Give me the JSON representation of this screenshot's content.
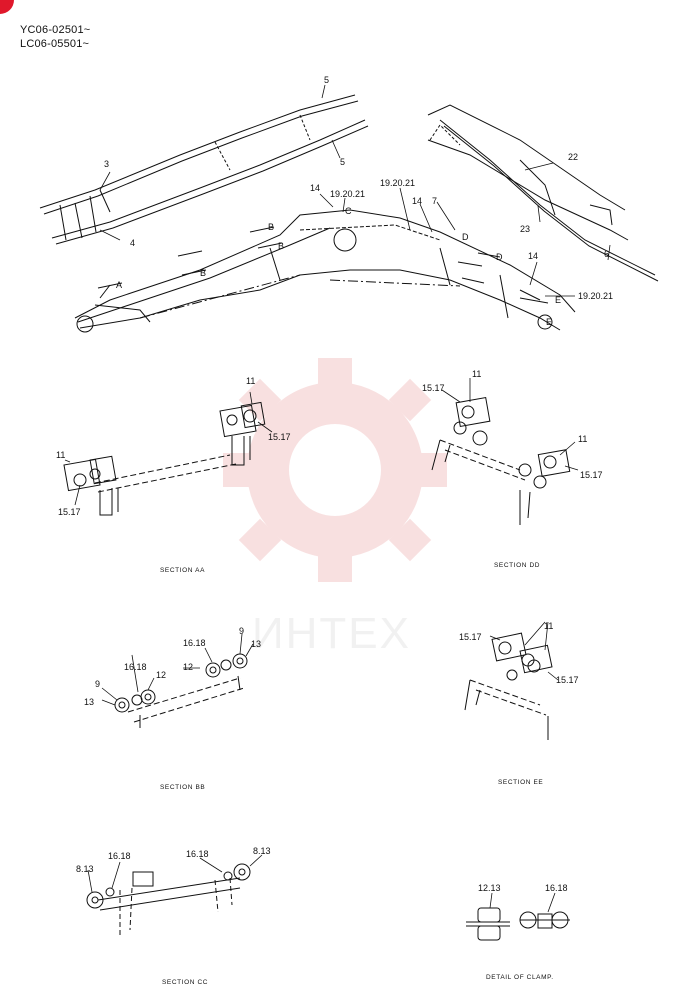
{
  "header": {
    "serial_1": "YC06-02501~",
    "serial_2": "LC06-05501~"
  },
  "watermark": {
    "text": "ИНТЕХ",
    "color": "#f3c7c7"
  },
  "colors": {
    "line": "#111111",
    "corner": "#e0182b"
  },
  "boom_labels": {
    "p5a": "5",
    "p5b": "5",
    "p3": "3",
    "p4": "4",
    "p22": "22",
    "p23": "23",
    "p6": "6",
    "p14a": "14",
    "p192021a": "19.20.21",
    "pC1": "C",
    "p192021b": "19.20.21",
    "p14b": "14",
    "p7": "7",
    "pD1": "D",
    "pD2": "D",
    "pB1": "B",
    "pB2": "B",
    "pB3": "B",
    "pA": "A",
    "p14c": "14",
    "pE1": "E",
    "pE2": "E",
    "p192021c": "19.20.21"
  },
  "section_aa": {
    "caption": "SECTION AA",
    "l11a": "11",
    "l1517a": "15.17",
    "l11b": "11",
    "l1517b": "15.17"
  },
  "section_dd": {
    "caption": "SECTION DD",
    "l11a": "11",
    "l1517a": "15.17",
    "l11b": "11",
    "l1517b": "15.17"
  },
  "section_bb": {
    "caption": "SECTION BB",
    "l1618a": "16.18",
    "l9a": "9",
    "l13a": "13",
    "l12a": "12",
    "l9b": "9",
    "l1618b": "16.18",
    "l12b": "12",
    "l13b": "13"
  },
  "section_ee": {
    "caption": "SECTION EE",
    "l1517a": "15.17",
    "l11": "11",
    "l1517b": "15.17"
  },
  "section_cc": {
    "caption": "SECTION CC",
    "l813a": "8.13",
    "l1618a": "16.18",
    "l1618b": "16.18",
    "l813b": "8.13"
  },
  "detail_clamp": {
    "caption": "DETAIL OF CLAMP.",
    "l1213": "12.13",
    "l1618": "16.18"
  }
}
